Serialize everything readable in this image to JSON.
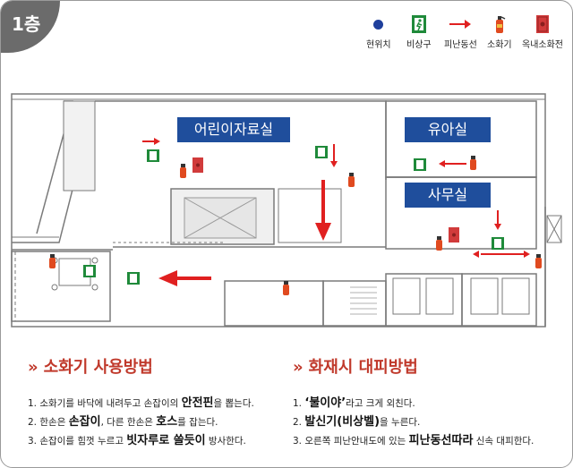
{
  "floor_label": "1층",
  "legend": [
    {
      "label": "현위치",
      "icon": "current-location-dot"
    },
    {
      "label": "비상구",
      "icon": "emergency-exit-sign"
    },
    {
      "label": "피난동선",
      "icon": "evacuation-route-arrow"
    },
    {
      "label": "소화기",
      "icon": "fire-extinguisher"
    },
    {
      "label": "옥내소화전",
      "icon": "indoor-fire-hydrant"
    }
  ],
  "rooms": {
    "library": "어린이자료실",
    "nursery": "유아실",
    "office": "사무실"
  },
  "extinguisher_section": {
    "title": "소화기 사용방법",
    "steps": [
      {
        "num": "1.",
        "pre": "소화기를 바닥에 내려두고 손잡이의 ",
        "bold": "안전핀",
        "post": "을 뽑는다."
      },
      {
        "num": "2.",
        "pre": "한손은 ",
        "bold": "손잡이",
        "post": ", 다른 한손은 ",
        "bold2": "호스",
        "post2": "를 잡는다."
      },
      {
        "num": "3.",
        "pre": "손잡이를 힘껏 누르고 ",
        "bold": "빗자루로 쓸듯이",
        "post": " 방사한다."
      }
    ]
  },
  "evacuation_section": {
    "title": "화재시 대피방법",
    "steps": [
      {
        "num": "1.",
        "pre": "",
        "bold": "‘불이야’",
        "post": "라고 크게 외친다."
      },
      {
        "num": "2.",
        "pre": "",
        "bold": "발신기(비상벨)",
        "post": "을 누른다."
      },
      {
        "num": "3.",
        "pre": "오른쪽 피난안내도에 있는 ",
        "bold": "피난동선따라",
        "post": " 신속 대피한다."
      }
    ]
  },
  "colors": {
    "accent": "#c0392b",
    "room_label_bg": "#1f4e9c",
    "arrow": "#e02020",
    "exit_green": "#1f8a3a",
    "location_dot": "#1f3f9c"
  }
}
